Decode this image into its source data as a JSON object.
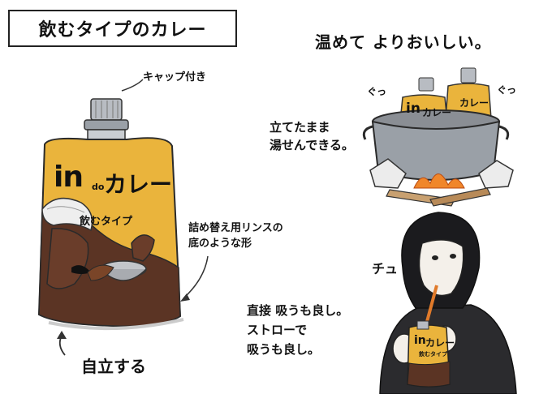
{
  "title": "飲むタイプのカレー",
  "tagline": "温めて よりおいしい。",
  "pouch_labels": {
    "cap_note": "キャップ付き",
    "brand_in": "in",
    "brand_do": "do",
    "brand_curry": "カレー",
    "product_type": "飲むタイプ",
    "refill_note_line1": "詰め替え用リンスの",
    "refill_note_line2": "底のような形",
    "stand_note": "自立する"
  },
  "pot_scene": {
    "sfx_left": "ぐっ",
    "sfx_right": "ぐっ",
    "caption_line1": "立てたまま",
    "caption_line2": "湯せんできる。",
    "mini_brand_in": "in",
    "mini_brand_curry": "カレー"
  },
  "drink_scene": {
    "sfx": "チュ",
    "caption_line1": "直接 吸うも良し。",
    "caption_line2": "ストローで",
    "caption_line3": "吸うも良し。",
    "mini_brand_in": "in",
    "mini_brand_curry": "カレー",
    "mini_type": "飲むタイプ"
  }
}
